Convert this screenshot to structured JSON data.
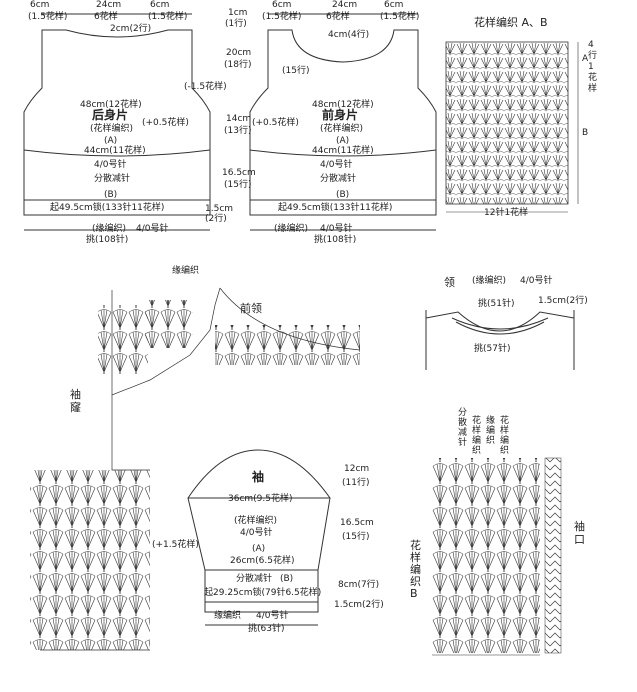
{
  "back": {
    "title": "后身片",
    "pattern": "(花样编织)",
    "shoulder_l": "6cm",
    "neck": "24cm",
    "shoulder_r": "6cm",
    "shoulder_l_sub": "(1.5花样)",
    "neck_sub": "6花样",
    "shoulder_r_sub": "(1.5花样)",
    "neck_depth": "2cm(2行)",
    "r1": "1cm",
    "r1b": "(1行)",
    "r2": "20cm",
    "r2b": "(18行)",
    "dec": "(-1.5花样)",
    "r3": "14cm",
    "r3b": "(13行)",
    "r4": "16.5cm",
    "r4b": "(15行)",
    "r5": "1.5cm",
    "r5b": "(2行)",
    "inc": "(+0.5花样)",
    "width1": "48cm(12花样)",
    "a1": "(A)",
    "width2": "44cm(11花样)",
    "hook": "4/0号针",
    "dec_note": "分散减针",
    "b1": "(B)",
    "start": "起49.5cm锁(133针11花样)",
    "rib": "(缘编织)",
    "rib_hook": "4/0号针",
    "hem": "挑(108针)"
  },
  "front": {
    "title": "前身片",
    "pattern": "(花样编织)",
    "shoulder_l": "6cm",
    "neck": "24cm",
    "shoulder_r": "6cm",
    "shoulder_l_sub": "(1.5花样)",
    "neck_sub": "6花样",
    "shoulder_r_sub": "(1.5花样)",
    "neck_depth": "4cm(4行)",
    "r_side": "(15行)",
    "inc": "(+0.5花样)",
    "width1": "48cm(12花样)",
    "a1": "(A)",
    "width2": "44cm(11花样)",
    "hook": "4/0号针",
    "dec_note": "分散减针",
    "b1": "(B)",
    "start": "起49.5cm锁(133针11花样)",
    "rib": "(缘编织)",
    "rib_hook": "4/0号针",
    "hem": "挑(108针)"
  },
  "pattern_ab": {
    "title": "花样编织 A、B",
    "repeat": "12针1花样",
    "row_label": "4行1花样",
    "a": "A",
    "b": "B"
  },
  "collar": {
    "title": "领",
    "rib": "(缘编织)",
    "hook": "4/0号针",
    "pick_inner": "挑(51针)",
    "depth": "1.5cm(2行)",
    "pick_outer": "挑(57针)"
  },
  "front_neck_chart": {
    "title": "前领",
    "rib": "缘编织",
    "armhole": "袖窿"
  },
  "sleeve": {
    "title": "袖",
    "width1": "36cm(9.5花样)",
    "pattern": "(花样编织)",
    "hook": "4/0号针",
    "a": "(A)",
    "width2": "26cm(6.5花样)",
    "dec_note": "分散减针",
    "b": "(B)",
    "start": "起29.25cm锁(79针6.5花样)",
    "rib": "缘编织",
    "rib_hook": "4/0号针",
    "pick": "挑(63针)",
    "cap": "12cm",
    "cap_rows": "(11行)",
    "body": "16.5cm",
    "body_rows": "(15行)",
    "b_len": "8cm(7行)",
    "cuff_len": "1.5cm(2行)",
    "side_inc": "(+1.5花样)"
  },
  "pattern_b_chart": {
    "title": "花样编织B",
    "cuff": "袖口",
    "c1": "分散减针",
    "c2": "花样编织",
    "c3": "缘编织",
    "c4": "花样编织"
  }
}
